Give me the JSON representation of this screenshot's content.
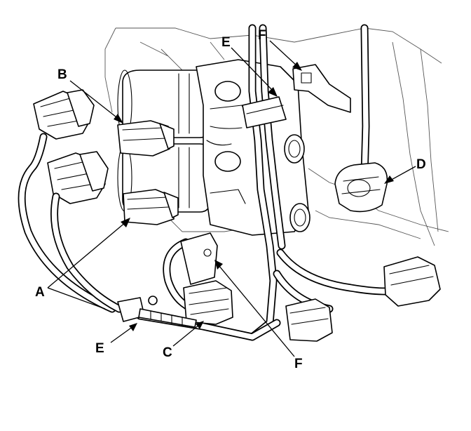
{
  "callouts": {
    "A": "A",
    "B": "B",
    "C": "C",
    "D": "D",
    "E_top": "E",
    "E_bottom": "E",
    "F_top": "F",
    "F_bottom": "F"
  },
  "colors": {
    "ink": "#000000",
    "paper": "#ffffff"
  }
}
